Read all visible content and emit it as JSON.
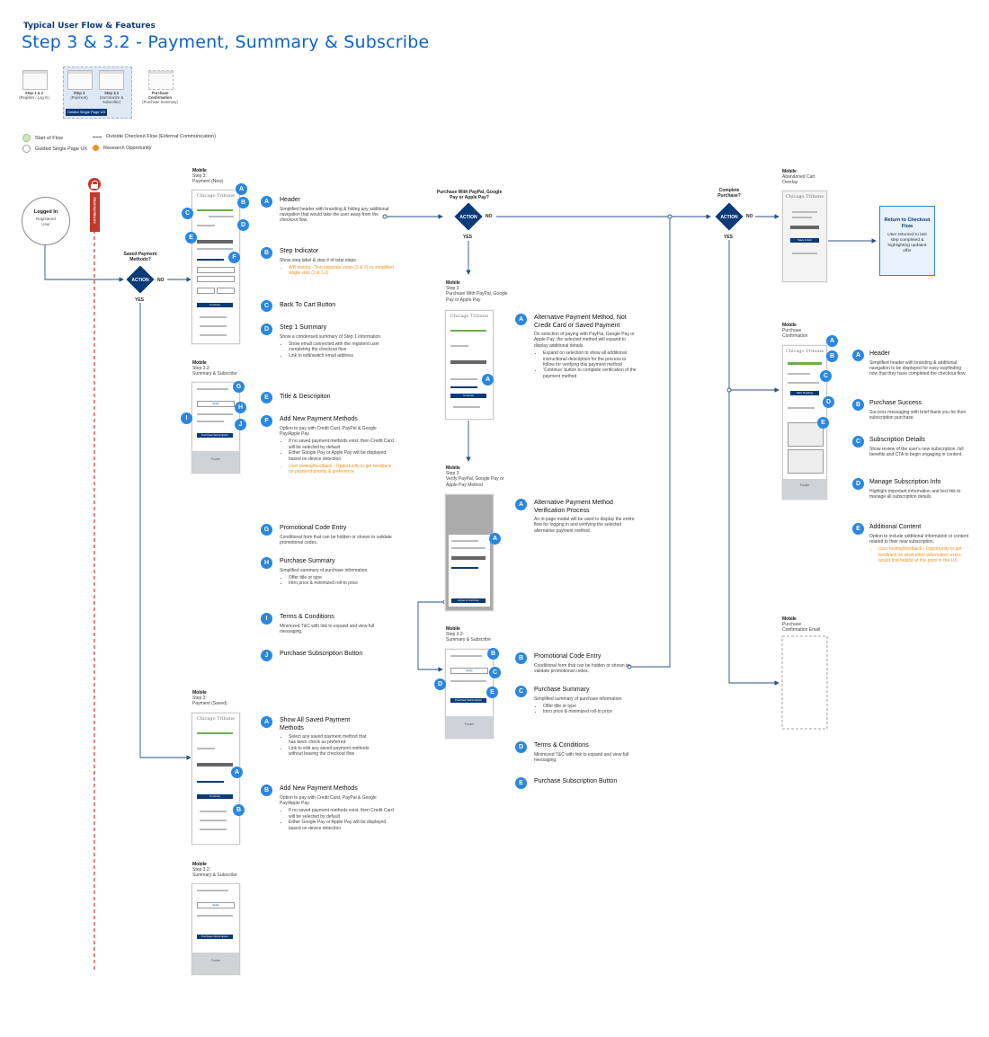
{
  "header": {
    "eyebrow": "Typical User Flow & Features",
    "title": "Step 3 & 3.2 - Payment, Summary & Subscribe"
  },
  "progress": {
    "steps": [
      {
        "num": "Step 1 & 2",
        "sub": "(Register / Log In)"
      },
      {
        "num": "Step 3",
        "sub": "(Payment)"
      },
      {
        "num": "Step 3.2",
        "sub": "(Summarize & Subscribe)"
      },
      {
        "num": "Purchase Confirmation",
        "sub": "(Purchase Summary)"
      }
    ],
    "group_label": "Guided Single Page UX"
  },
  "legend": {
    "start": "Start of Flow",
    "guided": "Guided Single Page UX",
    "outside": "Outside Checkout Flow (External Communication)",
    "research": "Research Opportunity",
    "colors": {
      "start": "#cfe6c0",
      "guided": "#ffffff",
      "research": "#f0921e"
    }
  },
  "start_node": {
    "title": "Logged In",
    "sub": "Registered User"
  },
  "authenticated_label": "AUTHENTICATED",
  "decisions": {
    "saved": {
      "label": "Saved Payment Methods?",
      "action": "ACTION",
      "no": "NO",
      "yes": "YES"
    },
    "paypal": {
      "label": "Purchase With PayPal, Google Pay or Apple Pay?",
      "action": "ACTION",
      "no": "NO",
      "yes": "YES"
    },
    "complete": {
      "label": "Complete Purchase?",
      "action": "ACTION",
      "no": "NO",
      "yes": "YES"
    }
  },
  "screens": {
    "pay_new": {
      "title": "Mobile",
      "line1": "Step 3:",
      "line2": "Payment (New)"
    },
    "sum1": {
      "title": "Mobile",
      "line1": "Step 3.2:",
      "line2": "Summary & Subscribe"
    },
    "pay_saved": {
      "title": "Mobile",
      "line1": "Step 3:",
      "line2": "Payment (Saved)"
    },
    "sum2": {
      "title": "Mobile",
      "line1": "Step 3.2:",
      "line2": "Summary & Subscribe"
    },
    "paypal": {
      "title": "Mobile",
      "line1": "Step 3",
      "line2": "Purchase With PayPal, Google Pay or Apple Pay"
    },
    "verify": {
      "title": "Mobile",
      "line1": "Step 3",
      "line2": "Verify PayPal, Google Pay or Apple Pay Method"
    },
    "sum3": {
      "title": "Mobile",
      "line1": "Step 3.2:",
      "line2": "Summary & Subscribe"
    },
    "abandoned": {
      "title": "Mobile",
      "line1": "Abandoned Cart",
      "line2": "Overlay"
    },
    "confirm": {
      "title": "Mobile",
      "line1": "Purchase",
      "line2": "Confirmation"
    },
    "email": {
      "title": "Mobile",
      "line1": "Purchase",
      "line2": "Confirmation Email"
    }
  },
  "phone_text": {
    "brand": "Chicago Tribune",
    "continue": "Continue",
    "apply": "Apply",
    "purchase": "Purchase Subscription",
    "footer": "Footer",
    "agree": "Agree & Continue",
    "save": "Save & Exit",
    "start_reading": "Start Reading"
  },
  "return_box": {
    "title": "Return to Checkout Flow",
    "body": "User returned to last step completed & highlighting updated offer"
  },
  "annotations": {
    "col1": [
      {
        "letter": "A",
        "title": "Header",
        "body": "Simplified header with branding & hiding any additional navigation that would take the user away from the checkout flow."
      },
      {
        "letter": "B",
        "title": "Step Indicator",
        "body": "Show step label & step # of total steps.",
        "note": "A/B testing - Test separate steps (3 & 3) vs simplified single step (3 & 3.2)."
      },
      {
        "letter": "C",
        "title": "Back To Cart Button"
      },
      {
        "letter": "D",
        "title": "Step 1 Summary",
        "body": "Show a condensed summary of Step 1 information.",
        "b1": "Show email connected with the registerd user completing the checkout flow",
        "b2": "Link to edit/switch email address"
      },
      {
        "letter": "E",
        "title": "Title & Descripiton"
      },
      {
        "letter": "F",
        "title": "Add New Payment Methods",
        "body": "Option to pay with Credit Card, PayPal & Google Pay/Apple Pay.",
        "b1": "If no saved payment methods exist, then Credit Card will be selected by default",
        "b2": "Either Google Pay or Apple Pay will be displayed based on device detection",
        "note": "User testing/feedback - Opportunity to get feedback on payment priority & preference."
      },
      {
        "letter": "G",
        "title": "Promotional Code Entry",
        "body": "Conditional form that can be hidden or shown to validate promotional codes."
      },
      {
        "letter": "H",
        "title": "Purchase Summary",
        "body": "Simplified summary of purchase information.",
        "b1": "Offer title or type",
        "b2": "Intro price & minimized roll-to price"
      },
      {
        "letter": "I",
        "title": "Terms & Conditions",
        "body": "Minimized T&C with link to expand and view full messaging."
      },
      {
        "letter": "J",
        "title": "Purchase Subscription Button"
      }
    ],
    "saved": [
      {
        "letter": "A",
        "title": "Show All Saved Payment Methods",
        "b1": "Select any saved payment method that has been check as preferred",
        "b2": "Link to edit any saved payment methods without leaving the checkout flow"
      },
      {
        "letter": "B",
        "title": "Add New Payment Methods",
        "body": "Option to pay with Credit Card, PayPal & Google Pay/Apple Pay.",
        "b1": "If no saved payment methods exist, then Credit Card will be selected by default",
        "b2": "Either Google Pay or Apple Pay will be displayed based on device detection"
      }
    ],
    "col2": [
      {
        "letter": "A",
        "title": "Alternative Payment Method, Not Credit Card or Saved Payment",
        "body": "On selection of paying with PayPal, Google Pay or Apple Pay, the selected method will expand to display additional details.",
        "b1": "Expand on selection to show all additional instructional description for the process to follow for verifying this payment method",
        "b2": "'Continue' button to complete verification of the payment method"
      },
      {
        "letter": "A",
        "title": "Alternative Payment Method Verification Process",
        "body": "An in-page modal will be used to display the entire flow for logging in and verifying the selected alternative payment method."
      },
      {
        "letter": "B",
        "title": "Promotional Code Entry",
        "body": "Conditional form that can be hidden or shown to validate promotional codes."
      },
      {
        "letter": "C",
        "title": "Purchase Summary",
        "body": "Simplified summary of purchase information.",
        "b1": "Offer title or type",
        "b2": "Intro price & minimized roll-to price"
      },
      {
        "letter": "D",
        "title": "Terms & Conditions",
        "body": "Minimized T&C with link to expand and view full messaging."
      },
      {
        "letter": "E",
        "title": "Purchase Subscription Button"
      }
    ],
    "col3": [
      {
        "letter": "A",
        "title": "Header",
        "body": "Simplified header with branding & additional navigation to be displayed for easy wayfinding now that they have completed the checkout flow."
      },
      {
        "letter": "B",
        "title": "Purchase Success",
        "body": "Success messaging with brief thank you for their subscription purchase."
      },
      {
        "letter": "C",
        "title": "Subscription Details",
        "body": "Show review of the user's new subscription, full benefits and CTA to begin engaging in content."
      },
      {
        "letter": "D",
        "title": "Manage Subscription Info",
        "body": "Highlight important information and text link to manage all subscription details."
      },
      {
        "letter": "E",
        "title": "Additional Content",
        "body": "Option to include additional information or content related to their new subscription.",
        "note": "User testing/feedback - Opportunity to get feedback on what other information users would find helpful at this point in the UX."
      }
    ]
  }
}
